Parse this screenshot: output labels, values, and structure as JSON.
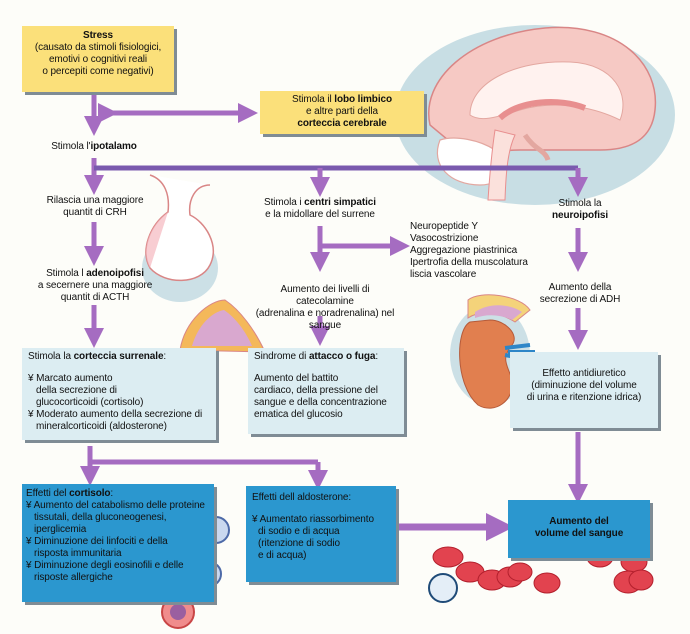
{
  "colors": {
    "arrow": "#a56cc1",
    "arrow_dark": "#6c4f9e",
    "yellow_box": "#fbe07a",
    "light_box": "#dcedf2",
    "blue_box": "#2b97cf",
    "shadow": "#7f8c95"
  },
  "stress": {
    "title": "Stress",
    "lines": [
      "(causato da stimoli fisiologici,",
      "emotivi o cognitivi reali",
      "o percepiti come negativi)"
    ]
  },
  "limbic": {
    "pre": "Stimola il ",
    "bold": "lobo limbico",
    "line2": "e altre parti della",
    "line3": "corteccia cerebrale"
  },
  "hypothalamus": {
    "pre": "Stimola l'",
    "bold": "ipotalamo"
  },
  "crh": {
    "line1": "Rilascia una maggiore",
    "line2": "quantit  di CRH"
  },
  "adenohypophysis": {
    "pre": "Stimola l ",
    "bold": "adenoipofisi",
    "line2": "a secernere una maggiore",
    "line3": "quantit  di ACTH"
  },
  "sympathetic": {
    "pre": "Stimola i ",
    "bold": "centri simpatici",
    "line2": "e la midollare del surrene"
  },
  "neuropeptide": {
    "lines": [
      "Neuropeptide Y",
      "Vasocostrizione",
      "Aggregazione piastrinica",
      "Ipertrofia della muscolatura",
      "liscia vascolare"
    ]
  },
  "catecholamines": {
    "lines": [
      "Aumento dei livelli di",
      "catecolamine",
      "(adrenalina e noradrenalina) nel sangue"
    ]
  },
  "neurohypophysis": {
    "line1": "Stimola la",
    "bold": "neuroipofisi"
  },
  "adh": {
    "line1": "Aumento della",
    "line2": "secrezione di ADH"
  },
  "adrenal_cortex": {
    "pre": "Stimola la ",
    "bold": "corteccia surrenale",
    "post": ":",
    "bullets": [
      [
        "¥ Marcato aumento",
        "della secrezione di",
        "glucocorticoidi (cortisolo)"
      ],
      [
        "¥ Moderato aumento della secrezione di",
        "mineralcorticoidi (aldosterone)"
      ]
    ]
  },
  "fight_flight": {
    "pre": "Sindrome di ",
    "bold": "attacco o fuga",
    "post": ":",
    "lines": [
      "Aumento del battito",
      "cardiaco, della pressione del",
      "sangue e della concentrazione",
      "ematica del glucosio"
    ]
  },
  "antidiuretic": {
    "lines": [
      "Effetto antidiuretico",
      "(diminuzione del volume",
      "di urina e ritenzione idrica)"
    ]
  },
  "cortisol_effects": {
    "pre": "Effetti del ",
    "bold": "cortisolo",
    "post": ":",
    "bullets": [
      [
        "¥ Aumento del catabolismo delle proteine",
        "tissutali, della gluconeogenesi,",
        "iperglicemia"
      ],
      [
        "¥ Diminuzione dei linfociti e della",
        "risposta immunitaria"
      ],
      [
        "¥ Diminuzione degli eosinofili e delle",
        "risposte allergiche"
      ]
    ]
  },
  "aldosterone_effects": {
    "title": "Effetti dell aldosterone:",
    "lines": [
      "¥ Aumentato riassorbimento",
      "di sodio e di acqua",
      "(ritenzione di sodio",
      "e di acqua)"
    ]
  },
  "blood_volume": {
    "line1": "Aumento del",
    "line2": "volume del sangue"
  }
}
